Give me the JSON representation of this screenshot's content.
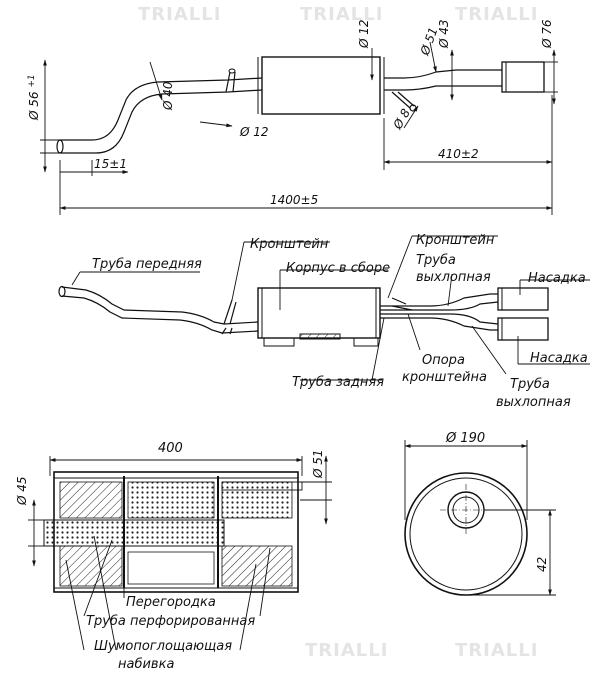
{
  "watermark": "TRIALLI",
  "top_view": {
    "dims": {
      "d56": "Ø 56 ",
      "d56_tol": "+1",
      "d40": "Ø 40",
      "d12a": "Ø 12",
      "d12b": "Ø 12",
      "d51": "Ø 51",
      "d43": "Ø 43",
      "d76": "Ø 76",
      "d8": "Ø 8",
      "len15": "15±1",
      "len410": "410±2",
      "len1400": "1400±5"
    }
  },
  "assembly": {
    "labels": {
      "front_pipe": "Труба передняя",
      "bracket1": "Кронштейн",
      "body": "Корпус в сборе",
      "bracket2": "Кронштейн",
      "exhaust_pipe_top_l1": "Труба",
      "exhaust_pipe_top_l2": "выхлопная",
      "tip1": "Насадка",
      "tip2": "Насадка",
      "rear_pipe": "Труба задняя",
      "support_l1": "Опора",
      "support_l2": "кронштейна",
      "exhaust_pipe_bot_l1": "Труба",
      "exhaust_pipe_bot_l2": "выхлопная"
    }
  },
  "section": {
    "dims": {
      "len400": "400",
      "d45": "Ø 45",
      "d51": "Ø 51"
    },
    "labels": {
      "partition": "Перегородка",
      "perforated": "Труба перфорированная",
      "packing_l1": "Шумопоглощающая",
      "packing_l2": "набивка"
    }
  },
  "end_view": {
    "dims": {
      "d190": "Ø 190",
      "d42": "42"
    }
  }
}
